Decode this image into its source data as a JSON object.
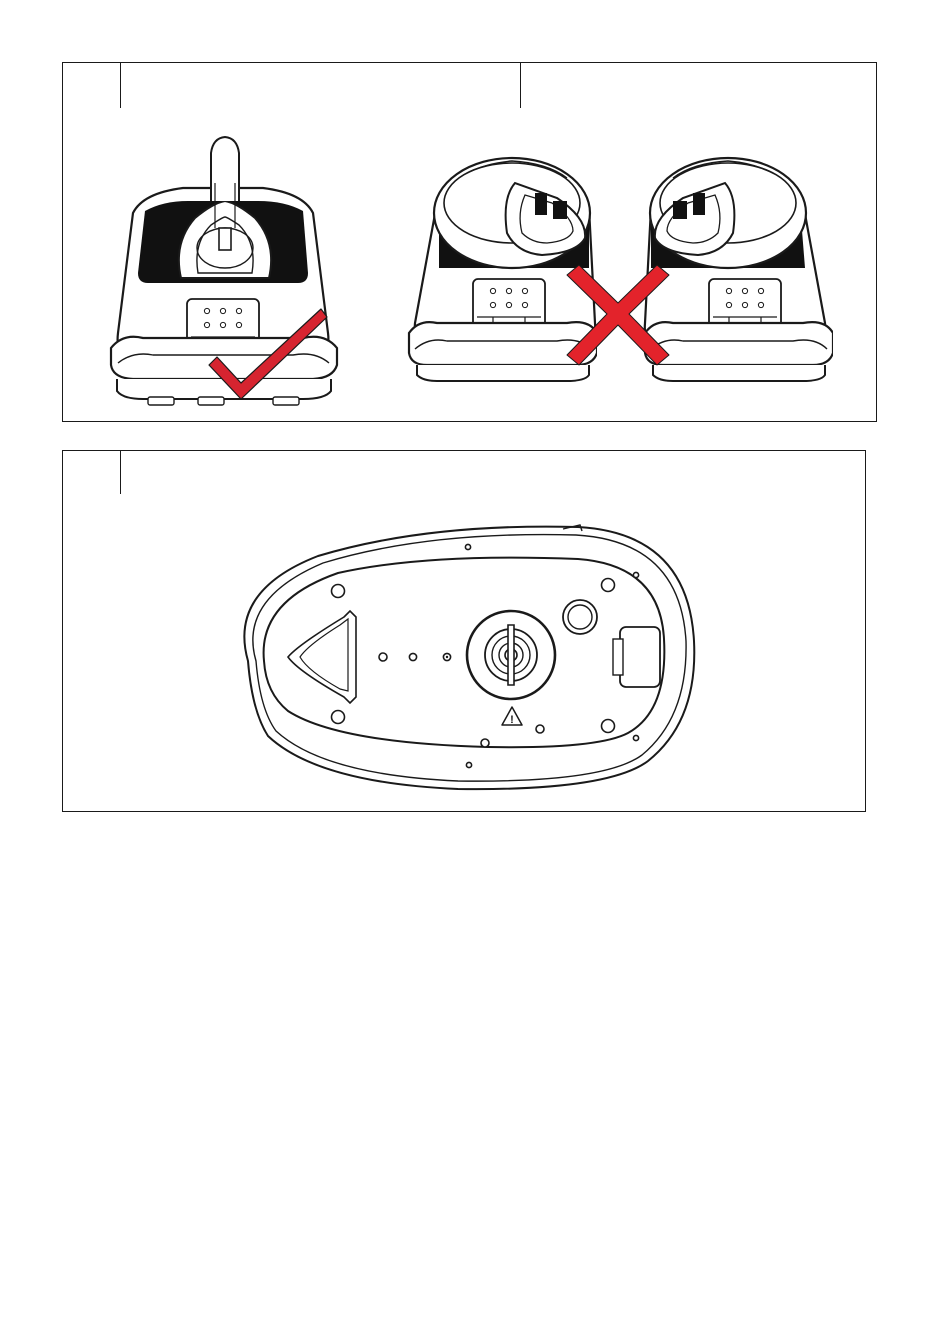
{
  "colors": {
    "line": "#1a1a1a",
    "ok_mark": "#d62430",
    "no_mark": "#e3232b",
    "fill": "#ffffff",
    "dark": "#111111"
  },
  "figure_1": {
    "correct_icon": "check-mark-icon",
    "incorrect_icon": "cross-mark-icon",
    "irons": [
      {
        "id": "iron-correct",
        "controls": {
          "minus": "−",
          "plus": "+"
        }
      },
      {
        "id": "iron-incorrect-left",
        "controls": {
          "minus": "−",
          "plus": "+"
        }
      },
      {
        "id": "iron-incorrect-right",
        "controls": {
          "minus": "−",
          "plus": "+"
        }
      }
    ]
  },
  "figure_2": {
    "view": "base-underside",
    "warning_icon": "warning-triangle-icon",
    "warning_glyph": "!"
  }
}
